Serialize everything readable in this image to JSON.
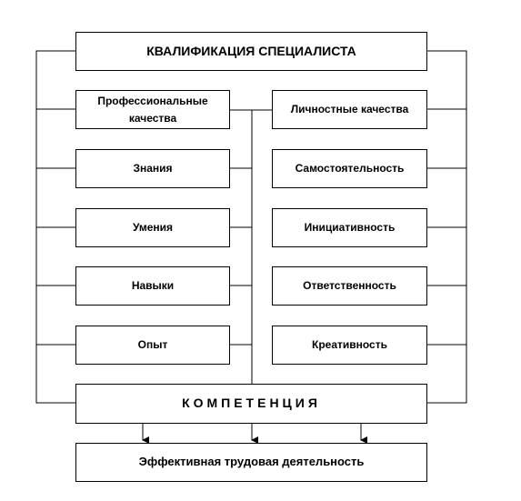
{
  "diagram": {
    "title": "КВАЛИФИКАЦИЯ СПЕЦИАЛИСТА",
    "left_column": {
      "header": "Профессиональные качества",
      "items": [
        "Знания",
        "Умения",
        "Навыки",
        "Опыт"
      ]
    },
    "right_column": {
      "header": "Личностные качества",
      "items": [
        "Самостоятельность",
        "Инициативность",
        "Ответственность",
        "Креативность"
      ]
    },
    "competence": "КОМПЕТЕНЦИЯ",
    "result": "Эффективная трудовая деятельность"
  }
}
